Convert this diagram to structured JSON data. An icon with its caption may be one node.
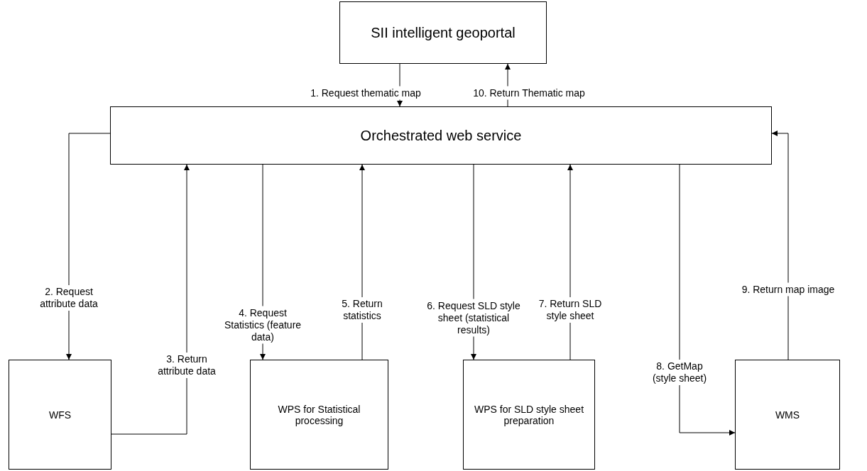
{
  "diagram": {
    "nodes": [
      {
        "text": [
          "SII intelligent geoportal"
        ]
      },
      {
        "text": [
          "Orchestrated web service"
        ]
      },
      {
        "text": [
          "WFS"
        ]
      },
      {
        "text": [
          "WPS for Statistical processing"
        ]
      },
      {
        "text": [
          "WPS for SLD style sheet preparation"
        ]
      },
      {
        "text": [
          "WMS"
        ]
      }
    ],
    "edges": [
      {
        "from": 0,
        "to": 1,
        "arrow": "to",
        "label": "1. Request thematic map"
      },
      {
        "from": 1,
        "to": 0,
        "arrow": "to",
        "label": "10. Return Thematic map"
      },
      {
        "from": 1,
        "to": 2,
        "arrow": "to",
        "label": "2. Request attribute data"
      },
      {
        "from": 2,
        "to": 1,
        "arrow": "to",
        "label": "3. Return attribute data"
      },
      {
        "from": 1,
        "to": 3,
        "arrow": "to",
        "label": "4. Request Statistics (feature data)"
      },
      {
        "from": 3,
        "to": 1,
        "arrow": "to",
        "label": "5. Return statistics"
      },
      {
        "from": 1,
        "to": 4,
        "arrow": "to",
        "label": "6. Request SLD style sheet (statistical results)"
      },
      {
        "from": 4,
        "to": 1,
        "arrow": "to",
        "label": "7. Return SLD style sheet"
      },
      {
        "from": 1,
        "to": 5,
        "arrow": "to",
        "label": "8. GetMap (style sheet)"
      },
      {
        "from": 5,
        "to": 1,
        "arrow": "to",
        "label": "9. Return map image"
      }
    ]
  }
}
